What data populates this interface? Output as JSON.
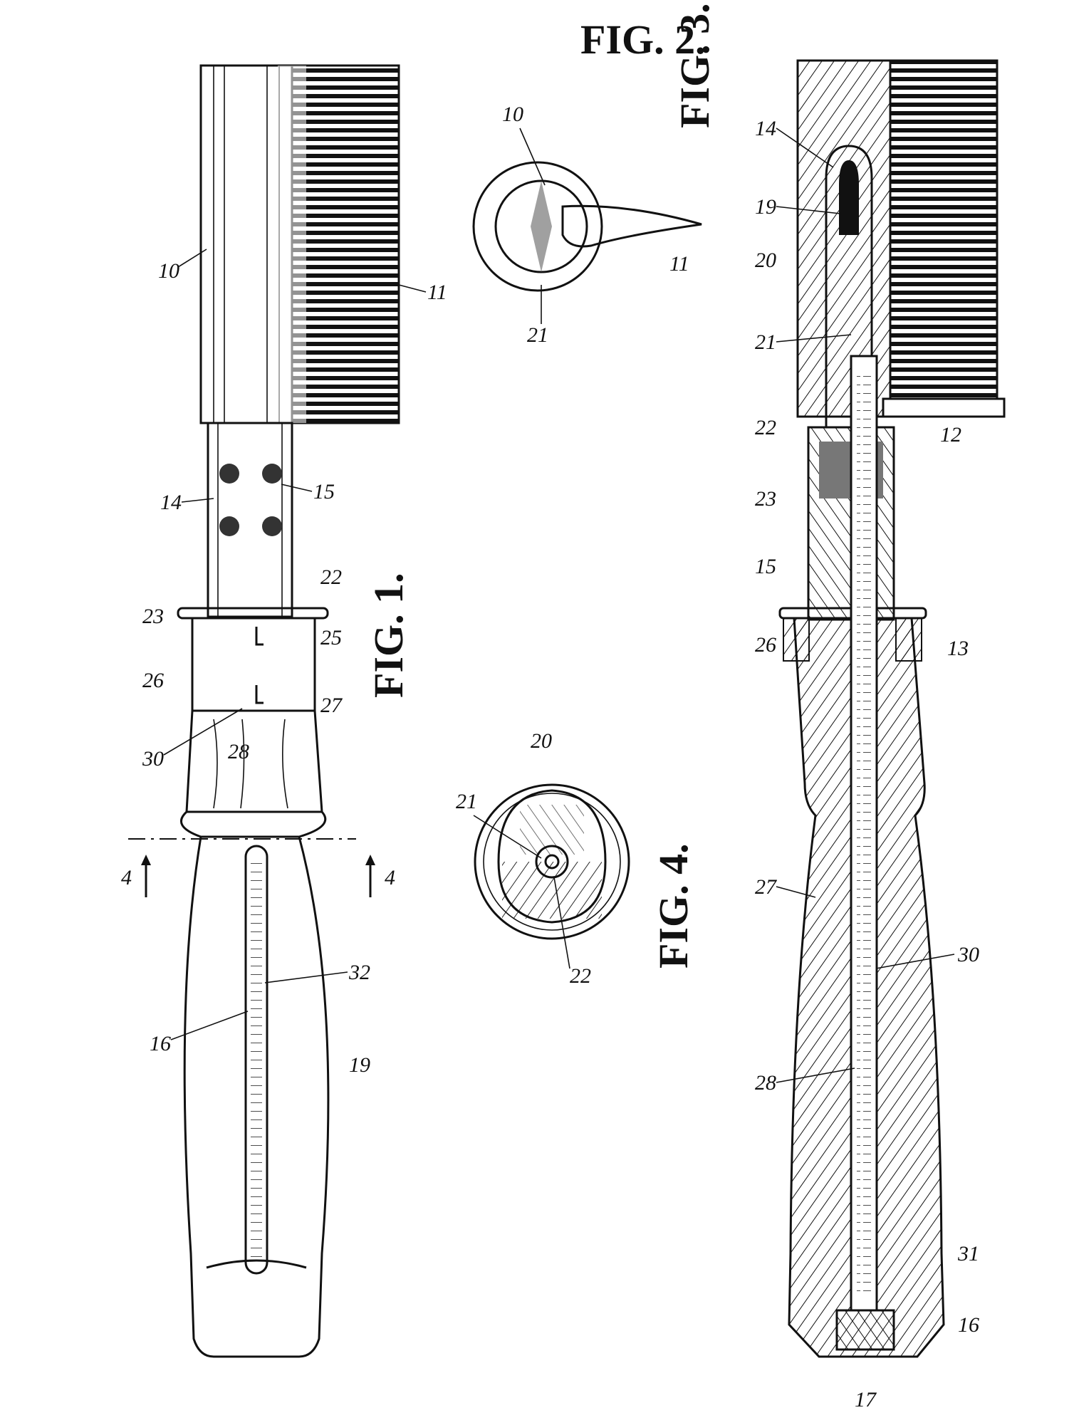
{
  "figures": {
    "fig1": "FIG. 1.",
    "fig2": "FIG. 2.",
    "fig3": "FIG. 3.",
    "fig4": "FIG. 4."
  },
  "section_marks": {
    "left": "4",
    "right": "4"
  },
  "labels_fig1": [
    "10",
    "11",
    "14",
    "15",
    "22",
    "23",
    "25",
    "26",
    "27",
    "28",
    "30",
    "32",
    "16",
    "19"
  ],
  "labels_fig2": [
    "10",
    "11",
    "21"
  ],
  "labels_fig3": [
    "14",
    "19",
    "20",
    "21",
    "22",
    "23",
    "15",
    "26",
    "27",
    "28",
    "30",
    "31",
    "16",
    "17",
    "12",
    "13"
  ],
  "labels_fig4": [
    "20",
    "21",
    "22"
  ]
}
